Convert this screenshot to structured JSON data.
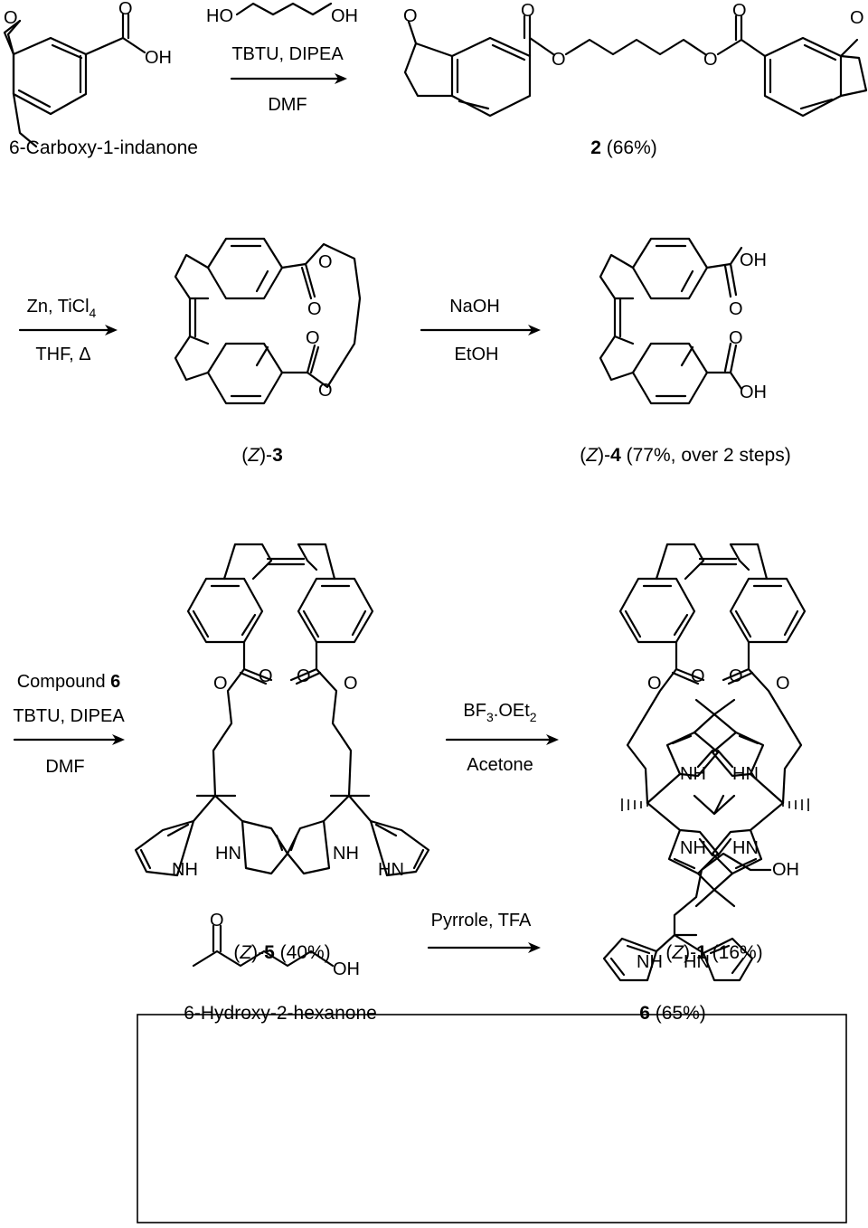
{
  "atoms": {
    "O": "O",
    "OH": "OH",
    "HO": "HO",
    "NH": "NH",
    "HN": "HN"
  },
  "step1": {
    "start_label": "6-Carboxy-1-indanone",
    "reagent_top": "TBTU, DIPEA",
    "reagent_bottom": "DMF",
    "product": {
      "number": "2",
      "yield": " (66%)"
    }
  },
  "step2": {
    "reagent_top_pre": "Zn, TiCl",
    "reagent_top_sub": "4",
    "reagent_bottom": "THF, Δ",
    "product": {
      "pre": "(",
      "stereo": "Z",
      "dash": ")-",
      "number": "3",
      "yield": ""
    }
  },
  "step3": {
    "reagent_top": "NaOH",
    "reagent_bottom": "EtOH",
    "product": {
      "pre": "(",
      "stereo": "Z",
      "dash": ")-",
      "number": "4",
      "yield": " (77%, over 2 steps)"
    }
  },
  "step4": {
    "reagent_line1_pre": "Compound ",
    "reagent_line1_num": "6",
    "reagent_line2": "TBTU, DIPEA",
    "reagent_bottom": "DMF",
    "product": {
      "pre": "(",
      "stereo": "Z",
      "dash": ")-",
      "number": "5",
      "yield": " (40%)"
    }
  },
  "step5": {
    "reagent_top_a": "BF",
    "reagent_top_sub1": "3",
    "reagent_top_b": ".OEt",
    "reagent_top_sub2": "2",
    "reagent_bottom": "Acetone",
    "product": {
      "pre": "(",
      "stereo": "Z",
      "dash": ")-",
      "number": "1",
      "yield": " (16%)"
    }
  },
  "inset": {
    "start_label": "6-Hydroxy-2-hexanone",
    "reagent_top": "Pyrrole, TFA",
    "product": {
      "number": "6",
      "yield": " (65%)"
    }
  }
}
